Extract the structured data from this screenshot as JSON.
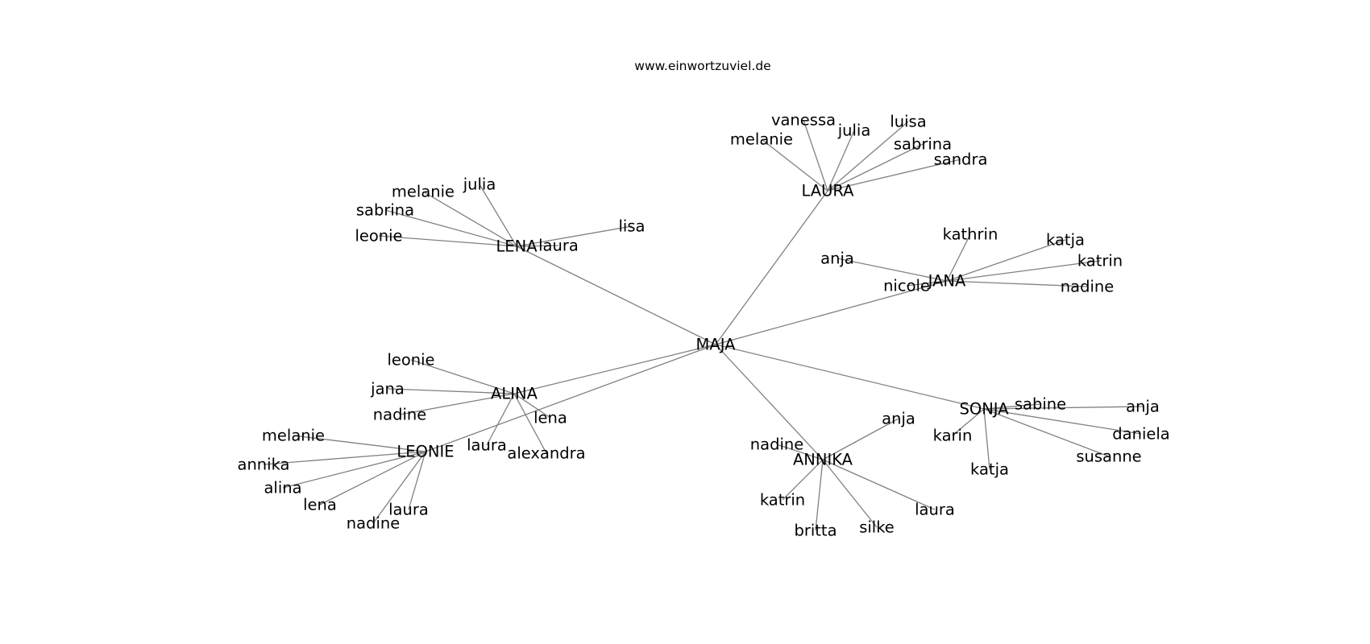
{
  "header": {
    "title": "www.einwortzuviel.de"
  },
  "graph": {
    "root": "MAJA",
    "hubs": [
      {
        "name": "LAURA",
        "leaves": [
          "vanessa",
          "melanie",
          "julia",
          "luisa",
          "sabrina",
          "sandra"
        ]
      },
      {
        "name": "LENA",
        "leaves": [
          "julia",
          "melanie",
          "sabrina",
          "leonie",
          "laura",
          "lisa"
        ]
      },
      {
        "name": "JANA",
        "leaves": [
          "kathrin",
          "katja",
          "katrin",
          "anja",
          "nicole",
          "nadine"
        ]
      },
      {
        "name": "ALINA",
        "leaves": [
          "leonie",
          "jana",
          "nadine",
          "lena",
          "laura",
          "alexandra"
        ]
      },
      {
        "name": "LEONIE",
        "leaves": [
          "melanie",
          "annika",
          "alina",
          "lena",
          "laura",
          "nadine"
        ]
      },
      {
        "name": "ANNIKA",
        "leaves": [
          "anja",
          "nadine",
          "katrin",
          "britta",
          "silke",
          "laura"
        ]
      },
      {
        "name": "SONJA",
        "leaves": [
          "sabine",
          "anja",
          "karin",
          "daniela",
          "susanne",
          "katja"
        ]
      }
    ]
  }
}
